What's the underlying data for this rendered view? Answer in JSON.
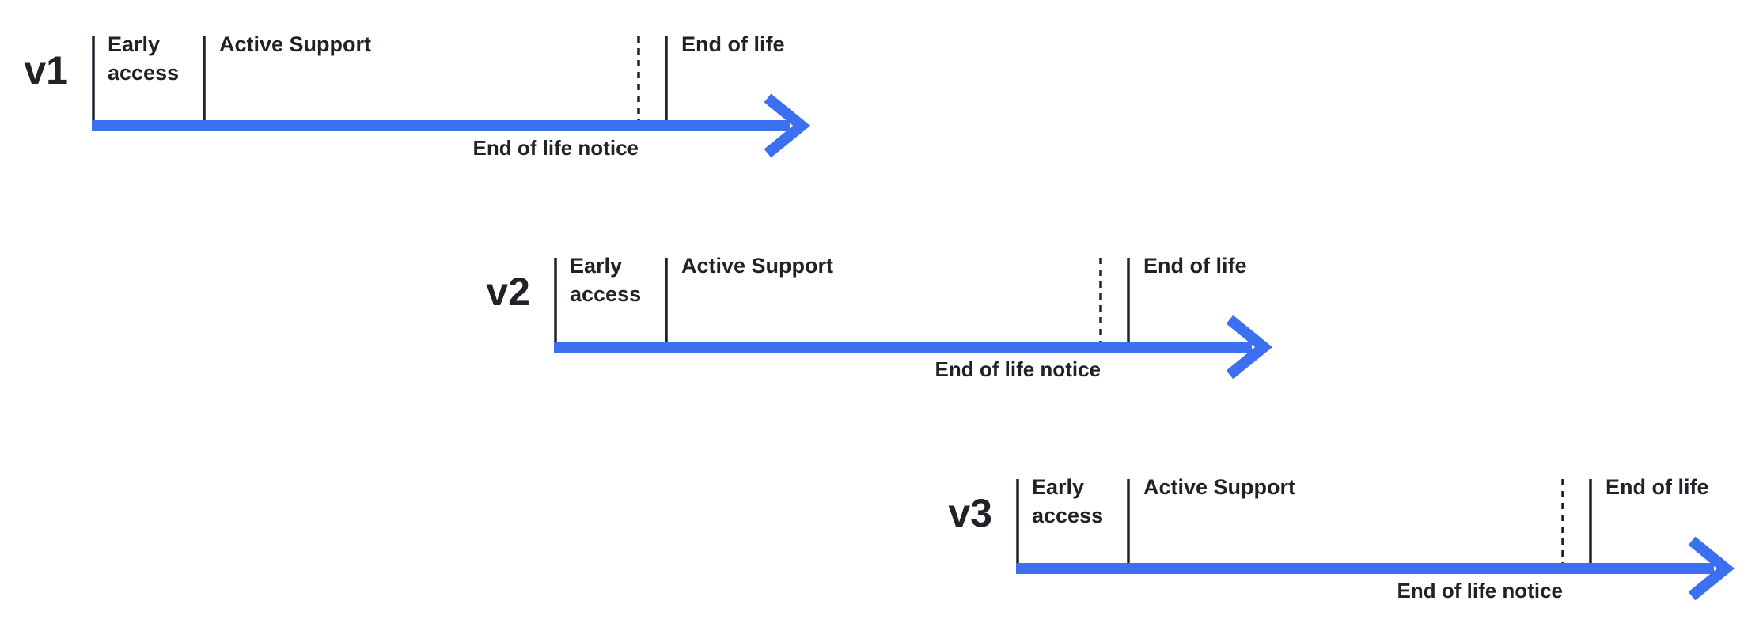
{
  "colors": {
    "arrow": "#3c70f0",
    "line": "#1f2328"
  },
  "timelines": [
    {
      "version": "v1",
      "early_access": "Early access",
      "active_support": "Active Support",
      "end_of_life": "End of life",
      "end_of_life_notice": "End of life notice"
    },
    {
      "version": "v2",
      "early_access": "Early access",
      "active_support": "Active Support",
      "end_of_life": "End of life",
      "end_of_life_notice": "End of life notice"
    },
    {
      "version": "v3",
      "early_access": "Early access",
      "active_support": "Active Support",
      "end_of_life": "End of life",
      "end_of_life_notice": "End of life notice"
    }
  ]
}
